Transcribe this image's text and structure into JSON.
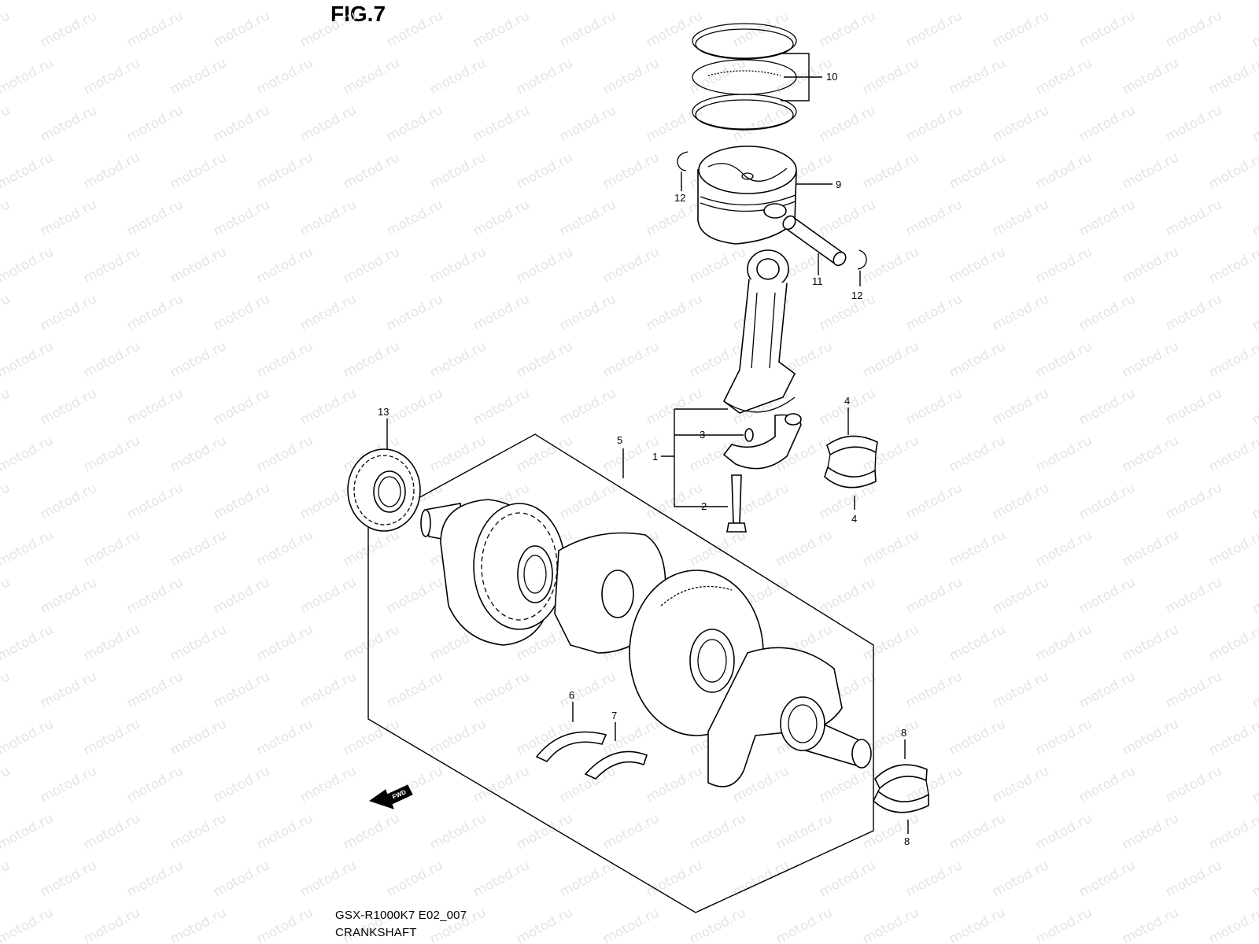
{
  "figure": {
    "title": "FIG.7",
    "model_code": "GSX-R1000K7 E02_007",
    "name": "CRANKSHAFT"
  },
  "watermark": {
    "text": "motod.ru",
    "color": "#e4e4e4"
  },
  "fwd_label": "FWD",
  "callouts": {
    "c1": "1",
    "c2": "2",
    "c3": "3",
    "c4a": "4",
    "c4b": "4",
    "c5": "5",
    "c6": "6",
    "c7": "7",
    "c8a": "8",
    "c8b": "8",
    "c9": "9",
    "c10": "10",
    "c11": "11",
    "c12a": "12",
    "c12b": "12",
    "c13": "13"
  },
  "icons": {
    "fwd_arrow": "arrow-icon"
  }
}
